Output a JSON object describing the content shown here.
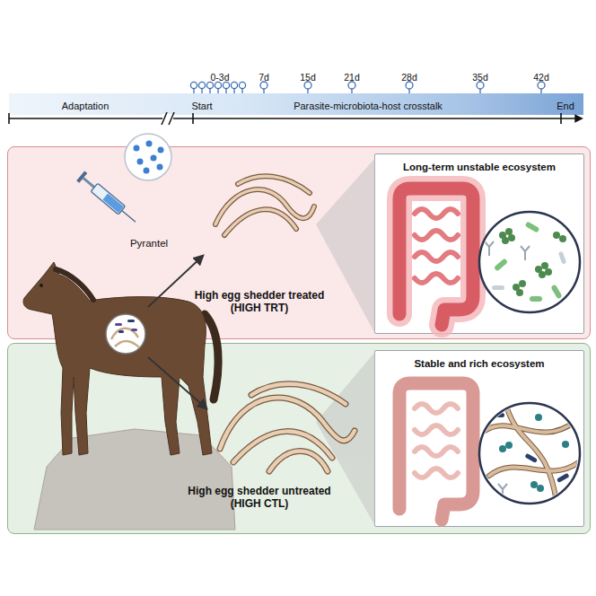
{
  "diagram": {
    "nodes": [
      {
        "text": [
          "Adaptation",
          "Start",
          "Parasite-microbiota-host crosstalk",
          "End"
        ]
      },
      {
        "text": [
          "Pyrantel",
          "High egg shedder treated (HIGH TRT)"
        ]
      },
      {
        "text": [
          "Long-term unstable ecosystem"
        ],
        "in": 1
      },
      {
        "text": [
          "High egg shedder untreated (HIGH CTL)"
        ]
      },
      {
        "text": [
          "Stable and rich ecosystem"
        ],
        "in": 3
      }
    ],
    "labels": [
      "0-3d",
      "7d",
      "15d",
      "21d",
      "28d",
      "35d",
      "42d"
    ]
  }
}
